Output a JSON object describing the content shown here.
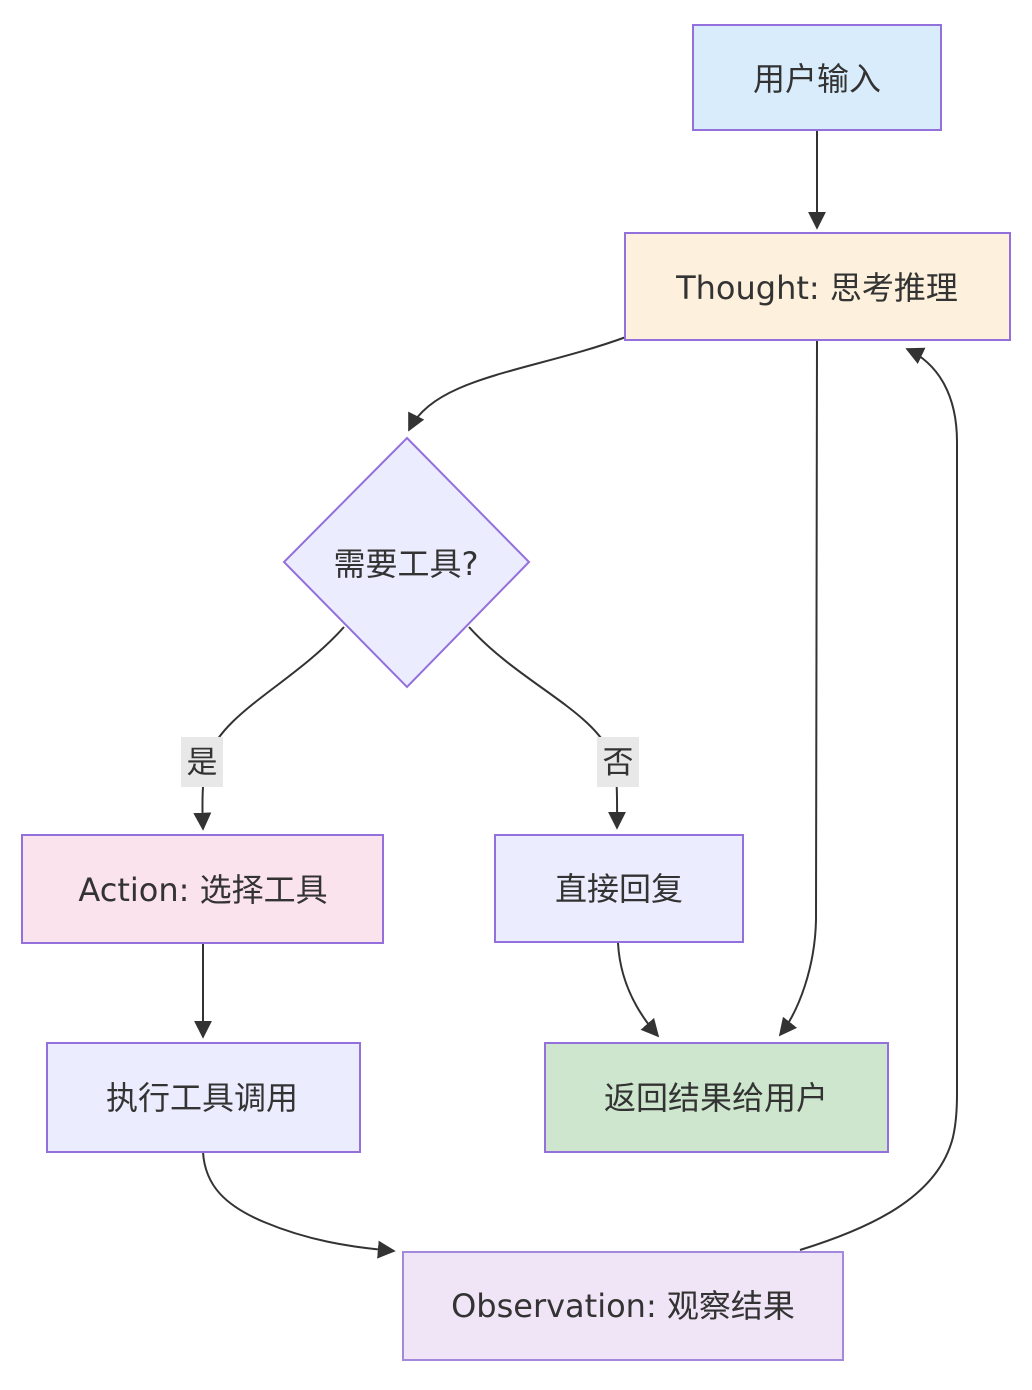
{
  "diagram": {
    "nodes": {
      "user_input": {
        "label": "用户输入",
        "fill": "#d9ecfb",
        "border": "#9370db"
      },
      "thought": {
        "label": "Thought: 思考推理",
        "fill": "#fdf0dc",
        "border": "#9370db"
      },
      "need_tool": {
        "label": "需要工具?",
        "fill": "#ececff",
        "border": "#9370db"
      },
      "action": {
        "label": "Action: 选择工具",
        "fill": "#fbe3ee",
        "border": "#9370db"
      },
      "direct_reply": {
        "label": "直接回复",
        "fill": "#ececff",
        "border": "#9370db"
      },
      "execute_tool": {
        "label": "执行工具调用",
        "fill": "#ececff",
        "border": "#9370db"
      },
      "return_result": {
        "label": "返回结果给用户",
        "fill": "#cde6cd",
        "border": "#9370db"
      },
      "observation": {
        "label": "Observation: 观察结果",
        "fill": "#f0e4f7",
        "border": "#a388dd"
      }
    },
    "edges": [
      {
        "from": "user_input",
        "to": "thought",
        "label": ""
      },
      {
        "from": "thought",
        "to": "need_tool",
        "label": ""
      },
      {
        "from": "need_tool",
        "to": "action",
        "label": "是"
      },
      {
        "from": "need_tool",
        "to": "direct_reply",
        "label": "否"
      },
      {
        "from": "action",
        "to": "execute_tool",
        "label": ""
      },
      {
        "from": "execute_tool",
        "to": "observation",
        "label": ""
      },
      {
        "from": "observation",
        "to": "thought",
        "label": ""
      },
      {
        "from": "direct_reply",
        "to": "return_result",
        "label": ""
      },
      {
        "from": "thought",
        "to": "return_result",
        "label": ""
      }
    ],
    "colors": {
      "edge": "#333333",
      "text": "#333333",
      "edge_label_bg": "#e8e8e8",
      "background": "#ffffff"
    }
  }
}
